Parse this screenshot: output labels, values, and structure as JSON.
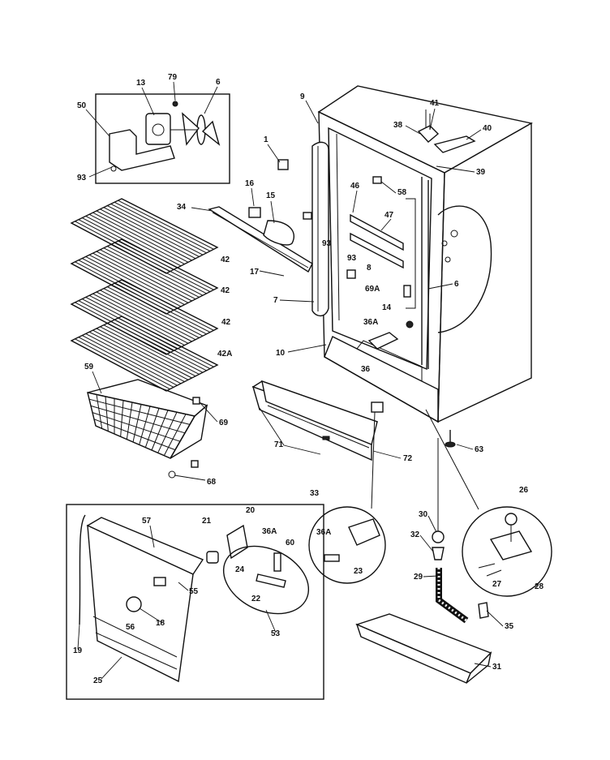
{
  "callouts": {
    "c9": "9",
    "c41": "41",
    "c38": "38",
    "c40": "40",
    "c39": "39",
    "c58": "58",
    "c46": "46",
    "c47": "47",
    "c93a": "93",
    "c93b": "93",
    "c8": "8",
    "c69A": "69A",
    "c6b": "6",
    "c14": "14",
    "c36A_a": "36A",
    "c36a": "36",
    "c10": "10",
    "c7": "7",
    "c1": "1",
    "c16": "16",
    "c15": "15",
    "c34": "34",
    "c17": "17",
    "c42a": "42",
    "c42b": "42",
    "c42c": "42",
    "c42A": "42A",
    "c50": "50",
    "c13": "13",
    "c79": "79",
    "c6a": "6",
    "c93c": "93",
    "c59": "59",
    "c69": "69",
    "c68": "68",
    "c71": "71",
    "c72": "72",
    "c63": "63",
    "c33": "33",
    "c36A_b": "36A",
    "c23": "23",
    "c30": "30",
    "c32": "32",
    "c29": "29",
    "c26": "26",
    "c27": "27",
    "c28": "28",
    "c35": "35",
    "c31": "31",
    "c57": "57",
    "c21": "21",
    "c20": "20",
    "c36A_c": "36A",
    "c60": "60",
    "c24": "24",
    "c22": "22",
    "c55": "55",
    "c53": "53",
    "c18": "18",
    "c56": "56",
    "c19": "19",
    "c25": "25"
  }
}
